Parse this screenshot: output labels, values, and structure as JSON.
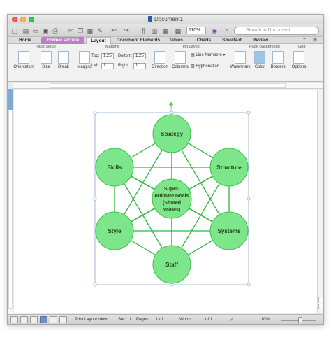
{
  "window": {
    "title": "Document1"
  },
  "toolbar": {
    "zoom": "110%",
    "search_placeholder": "Search in Document"
  },
  "ribbon_tabs": [
    {
      "label": "Home"
    },
    {
      "label": "Format Picture"
    },
    {
      "label": "Layout"
    },
    {
      "label": "Document Elements"
    },
    {
      "label": "Tables"
    },
    {
      "label": "Charts"
    },
    {
      "label": "SmartArt"
    },
    {
      "label": "Review"
    }
  ],
  "ribbon": {
    "groups": {
      "page_setup": "Page Setup",
      "margins": "Margins",
      "text_layout": "Text Layout",
      "page_background": "Page Background",
      "grid": "Grid"
    },
    "buttons": {
      "orientation": "Orientation",
      "size": "Size",
      "break": "Break",
      "margins": "Margins",
      "direction": "Direction",
      "columns": "Columns",
      "watermark": "Watermark",
      "color": "Color",
      "borders": "Borders",
      "options": "Options",
      "line_numbers": "Line Numbers",
      "hyphenation": "Hyphenation"
    },
    "margin_fields": {
      "top_label": "Top:",
      "top_value": "1.25",
      "bottom_label": "Bottom:",
      "bottom_value": "1.25",
      "left_label": "Left:",
      "left_value": "1",
      "right_label": "Right:",
      "right_value": "1"
    }
  },
  "diagram": {
    "nodes": {
      "strategy": "Strategy",
      "skills": "Skills",
      "structure": "Structure",
      "center_line1": "Super-",
      "center_line2": "ordinate Goals",
      "center_line3": "(Shared",
      "center_line4": "Values)",
      "style": "Style",
      "systems": "Systems",
      "staff": "Staff"
    },
    "colors": {
      "node_fill": "#7ee68a",
      "node_stroke": "#3bbf4c",
      "edge": "#2db83f"
    }
  },
  "statusbar": {
    "view": "Print Layout View",
    "sec_label": "Sec",
    "sec_value": "1",
    "pages_label": "Pages:",
    "pages_value": "1 of 1",
    "words_label": "Words:",
    "words_value": "1 of 1",
    "zoom": "110%"
  }
}
